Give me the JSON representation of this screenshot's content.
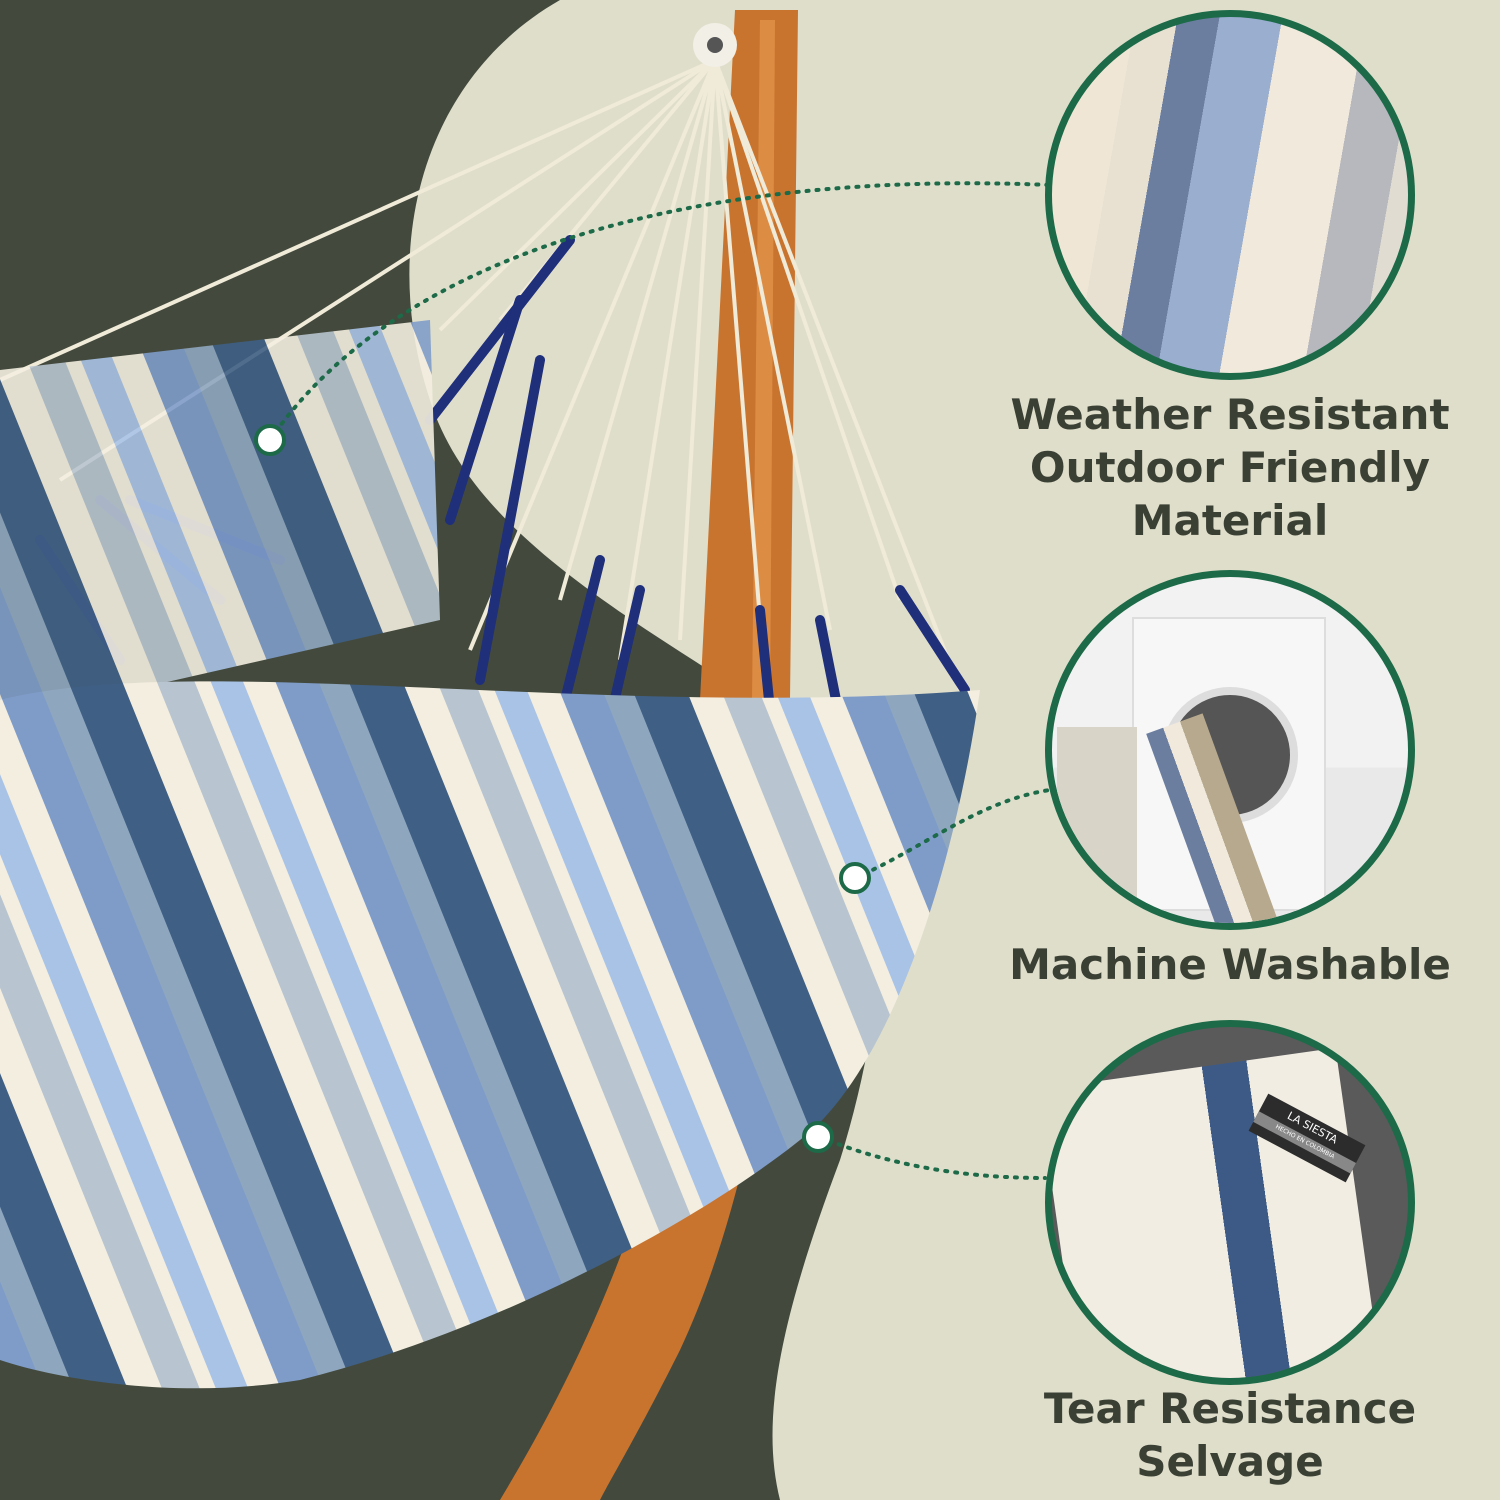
{
  "features": [
    {
      "id": "weather",
      "lines": [
        "Weather Resistant",
        "Outdoor Friendly",
        "Material"
      ]
    },
    {
      "id": "washable",
      "lines": [
        "Machine Washable"
      ]
    },
    {
      "id": "selvage",
      "lines": [
        "Tear Resistance",
        "Selvage"
      ]
    }
  ],
  "label_logo": {
    "brand": "LA SIESTA",
    "subtitle": "HECHO EN COLOMBIA"
  },
  "colors": {
    "background": "#dfdecb",
    "blob": "#434a3d",
    "circle_border": "#1c6a48",
    "text": "#3b4034",
    "wood": "#c8742f",
    "navy_rope": "#1f2f7a"
  }
}
